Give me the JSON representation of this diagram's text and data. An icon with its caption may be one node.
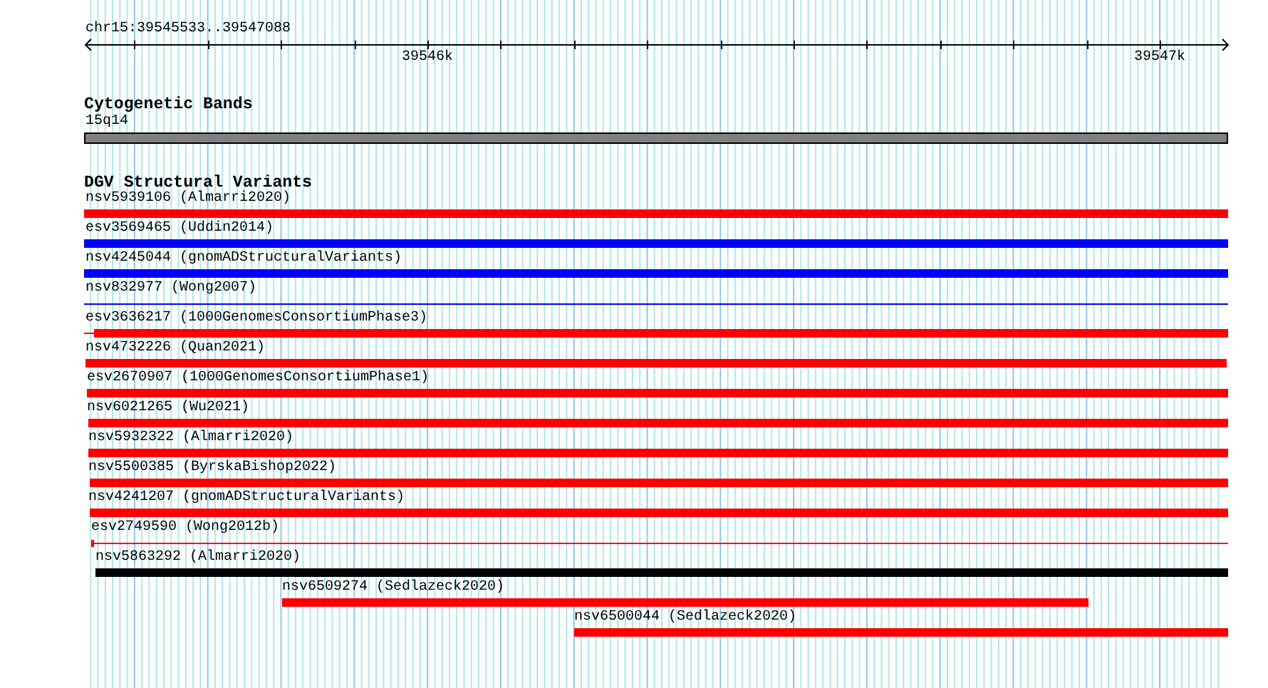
{
  "diagram": {
    "nodes": [
      {
        "text": [
          "15q14"
        ]
      },
      {
        "text": [
          "nsv5939106 (Almarri2020)"
        ]
      },
      {
        "text": [
          "esv3569465 (Uddin2014)"
        ]
      },
      {
        "text": [
          "nsv4245044 (gnomADStructuralVariants)"
        ]
      },
      {
        "text": [
          "nsv832977 (Wong2007)"
        ]
      },
      {
        "text": [
          "esv3636217 (1000GenomesConsortiumPhase3)"
        ]
      },
      {
        "text": [
          "nsv4732226 (Quan2021)"
        ]
      },
      {
        "text": [
          "esv2670907 (1000GenomesConsortiumPhase1)"
        ]
      },
      {
        "text": [
          "nsv6021265 (Wu2021)"
        ]
      },
      {
        "text": [
          "nsv5932322 (Almarri2020)"
        ]
      },
      {
        "text": [
          "nsv5500385 (ByrskaBishop2022)"
        ]
      },
      {
        "text": [
          "nsv4241207 (gnomADStructuralVariants)"
        ]
      },
      {
        "text": [
          "esv2749590 (Wong2012b)"
        ]
      },
      {
        "text": [
          "nsv5863292 (Almarri2020)"
        ]
      },
      {
        "text": [
          "nsv6509274 (Sedlazeck2020)"
        ]
      },
      {
        "text": [
          "nsv6500044 (Sedlazeck2020)"
        ]
      }
    ],
    "labels": [
      "chr15:39545533..39547088",
      "39546k",
      "39547k",
      "Cytogenetic Bands",
      "DGV Structural Variants"
    ]
  }
}
